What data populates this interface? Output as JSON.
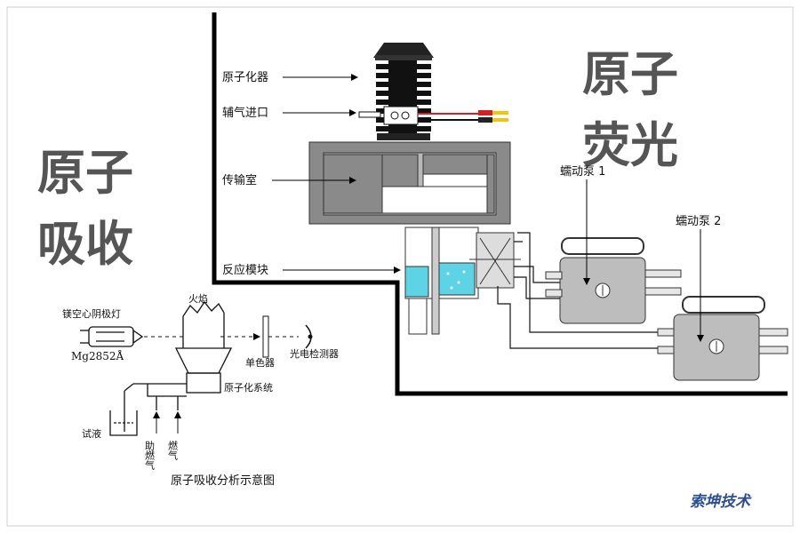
{
  "titles": {
    "absorption": [
      "原子",
      "吸收"
    ],
    "fluorescence": [
      "原子",
      "荧光"
    ]
  },
  "fluorescence_labels": {
    "atomizer": "原子化器",
    "aux_gas_inlet": "辅气进口",
    "transfer_chamber": "传输室",
    "reaction_module": "反应模块",
    "pump1": "蠕动泵 1",
    "pump2": "蠕动泵 2"
  },
  "absorption_labels": {
    "lamp": "镁空心阴极灯",
    "lamp_spec": "Mg2852Å",
    "flame": "火焰",
    "monochromator": "单色器",
    "detector": "光电检测器",
    "atomization_system": "原子化系统",
    "sample": "试液",
    "oxidant": "助燃气",
    "fuel": "燃气",
    "caption": "原子吸收分析示意图"
  },
  "brand": "索坤技术",
  "colors": {
    "title_gray": "#555555",
    "liquid_cyan": "#5fd3e6",
    "brand_blue": "#2d4f8f",
    "divider": "#000000"
  }
}
